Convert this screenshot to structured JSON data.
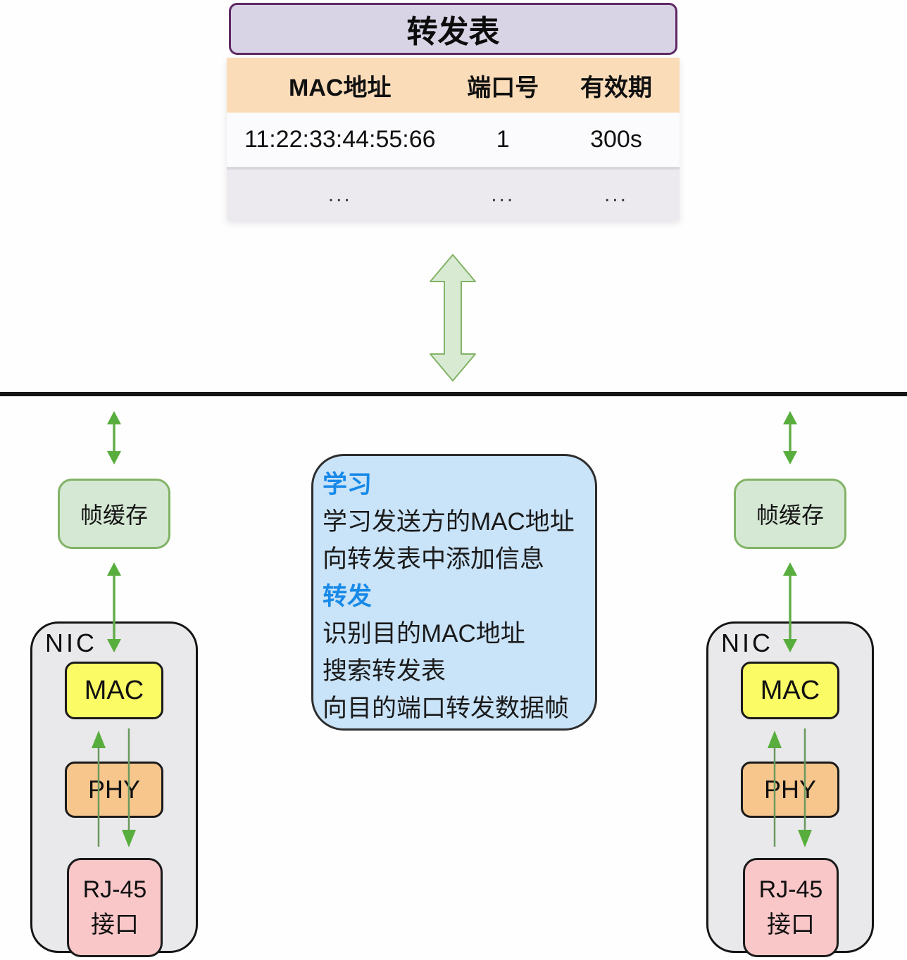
{
  "forwarding_table": {
    "title": "转发表",
    "columns": [
      "MAC地址",
      "端口号",
      "有效期"
    ],
    "rows": [
      [
        "11:22:33:44:55:66",
        "1",
        "300s"
      ],
      [
        "...",
        "...",
        "..."
      ]
    ]
  },
  "logic": {
    "learn_heading": "学习",
    "learn_lines": [
      "学习发送方的MAC地址",
      "向转发表中添加信息"
    ],
    "forward_heading": "转发",
    "forward_lines": [
      "识别目的MAC地址",
      "搜索转发表",
      "向目的端口转发数据帧"
    ]
  },
  "ports": {
    "left": {
      "buffer_label": "帧缓存",
      "nic_label": "NIC",
      "mac_label": "MAC",
      "phy_label": "PHY",
      "rj45_line1": "RJ-45",
      "rj45_line2": "接口"
    },
    "right": {
      "buffer_label": "帧缓存",
      "nic_label": "NIC",
      "mac_label": "MAC",
      "phy_label": "PHY",
      "rj45_line1": "RJ-45",
      "rj45_line2": "接口"
    }
  },
  "colors": {
    "table_title_fill": "#D9D3E6",
    "table_title_border": "#5E2A63",
    "table_header_fill": "#FBDCB9",
    "table_row_alt_fill": "#ECEAEF",
    "big_arrow_fill": "#D9EAD3",
    "big_arrow_stroke": "#82B366",
    "small_arrow_green": "#58AE3C",
    "buffer_fill": "#D5E8D4",
    "buffer_stroke": "#82B366",
    "nic_fill": "#E9E8EA",
    "mac_fill": "#FBFB66",
    "phy_fill": "#F6C68C",
    "rj45_fill": "#FAC7C9",
    "logic_box_fill": "#C9E3F8",
    "logic_heading_blue": "#1789E8",
    "backplane_black": "#141414"
  }
}
